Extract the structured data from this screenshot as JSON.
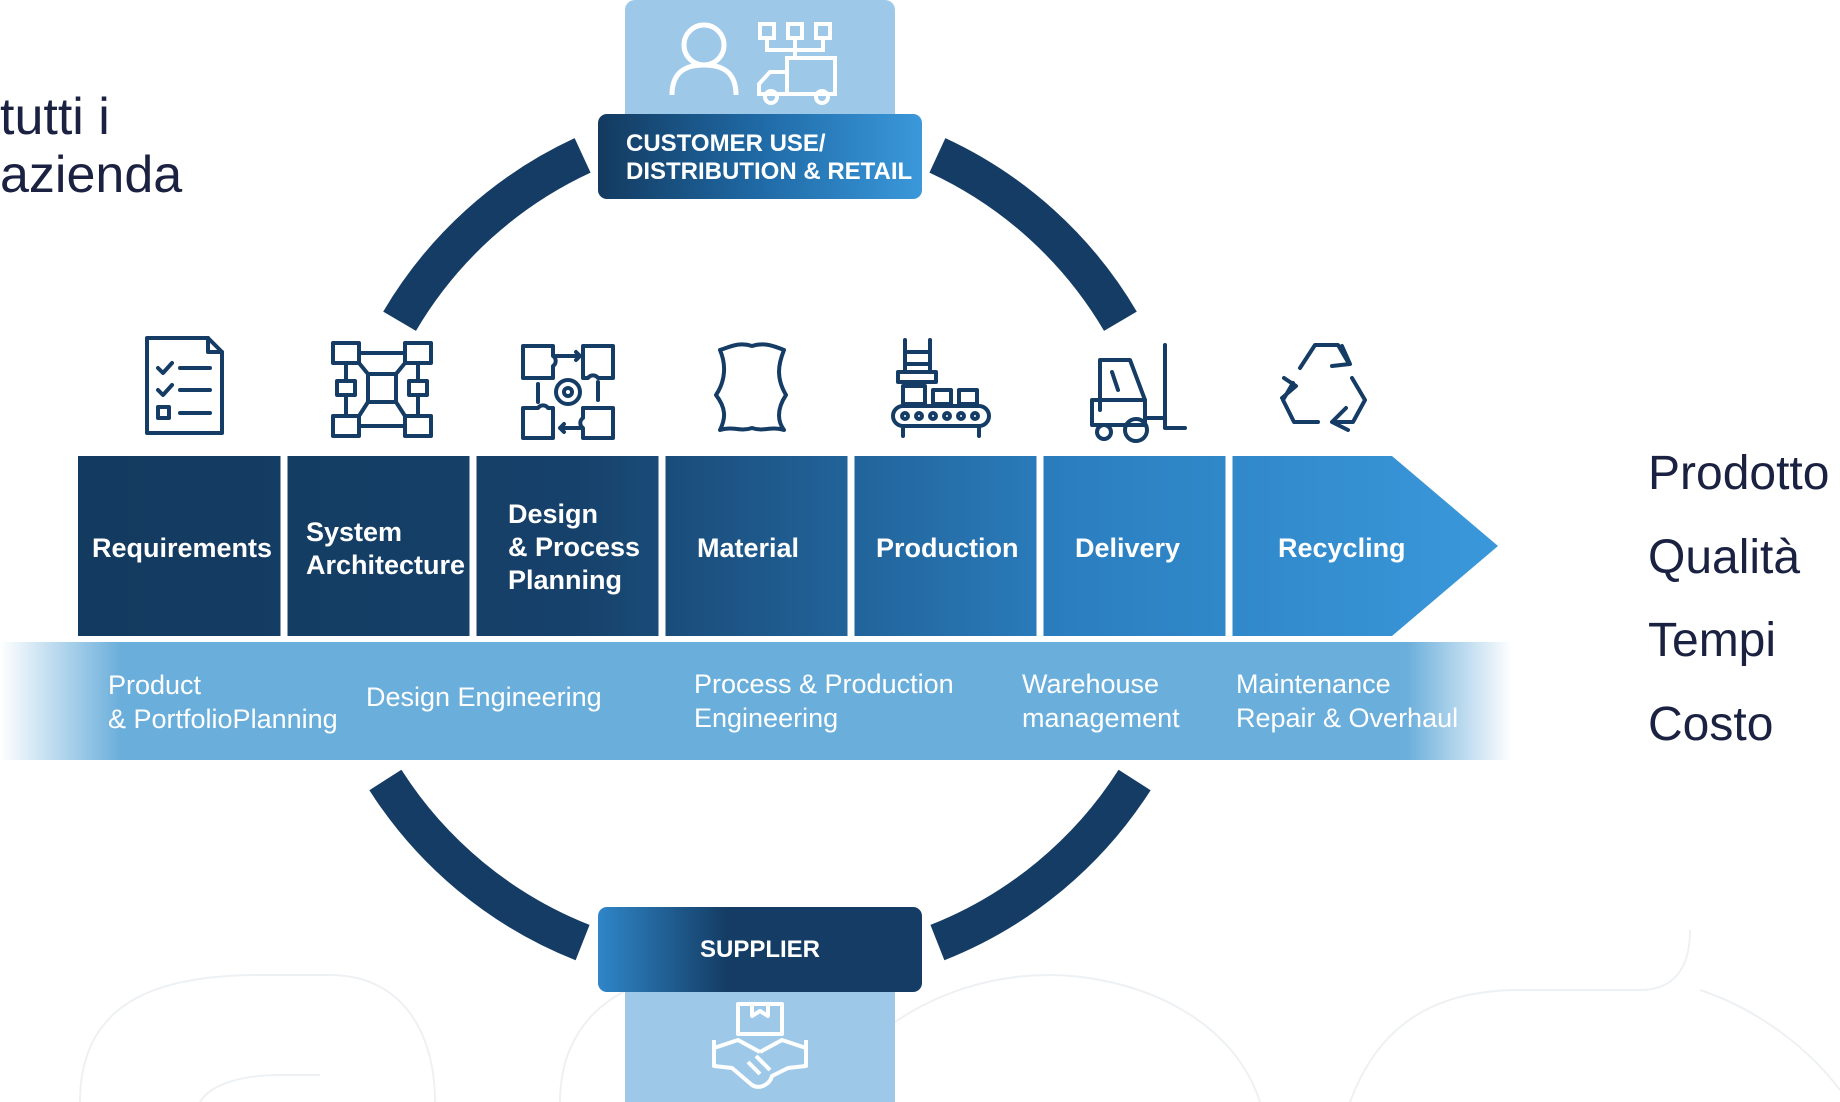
{
  "headline": "tutti i\nazienda",
  "customer_box": {
    "label": "CUSTOMER USE/\nDISTRIBUTION & RETAIL"
  },
  "supplier_box": {
    "label": "SUPPLIER"
  },
  "stages": [
    {
      "label": "Requirements",
      "icon": "checklist-icon"
    },
    {
      "label": "System\nArchitecture",
      "icon": "architecture-icon"
    },
    {
      "label": "Design\n& Process\nPlanning",
      "icon": "puzzle-process-icon"
    },
    {
      "label": "Material",
      "icon": "leather-hide-icon"
    },
    {
      "label": "Production",
      "icon": "conveyor-icon"
    },
    {
      "label": "Delivery",
      "icon": "forklift-icon"
    },
    {
      "label": "Recycling",
      "icon": "recycle-icon"
    }
  ],
  "functions": [
    "Product\n& PortfolioPlanning",
    "Design Engineering",
    "Process & Production\nEngineering",
    "Warehouse\nmanagement",
    "Maintenance\nRepair & Overhaul"
  ],
  "kpis": [
    "Prodotto",
    "Qualità",
    "Tempi",
    "Costo"
  ],
  "colors": {
    "navy": "#143c64",
    "blue": "#2f8bd0",
    "light_blue": "#6aaedb",
    "box_light": "#9dc8e8",
    "text_dark": "#1b2140"
  }
}
